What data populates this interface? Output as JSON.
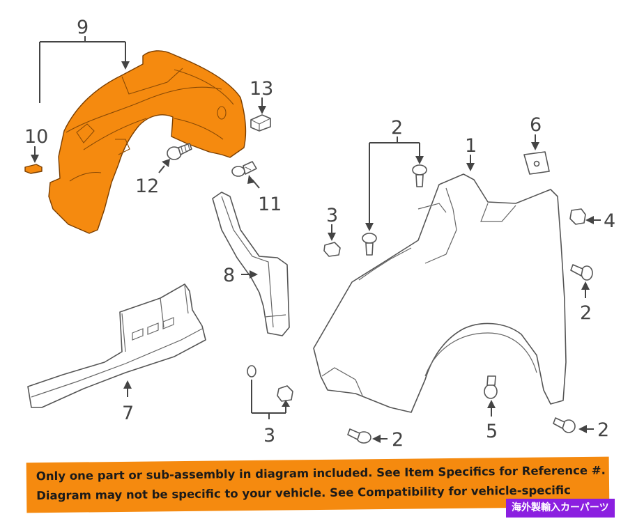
{
  "callouts": {
    "c9": "9",
    "c10": "10",
    "c13": "13",
    "c12": "12",
    "c11": "11",
    "c2_top": "2",
    "c1": "1",
    "c6": "6",
    "c4": "4",
    "c3_mid": "3",
    "c8": "8",
    "c2_right": "2",
    "c7": "7",
    "c3_bottom": "3",
    "c5": "5",
    "c2_bottom_mid": "2",
    "c2_bottom_right": "2"
  },
  "disclaimer": {
    "line1": "Only one part or sub-assembly in diagram included. See Item Specifics for Reference #.",
    "line2": "Diagram may not be specific to your vehicle. See Compatibility for vehicle-specific"
  },
  "badge_text": "海外製輸入カーパーツ",
  "colors": {
    "highlight_part": "#F58A0F",
    "banner": "#F58A0F",
    "badge": "#8B1FE0",
    "line_art": "#444444"
  }
}
